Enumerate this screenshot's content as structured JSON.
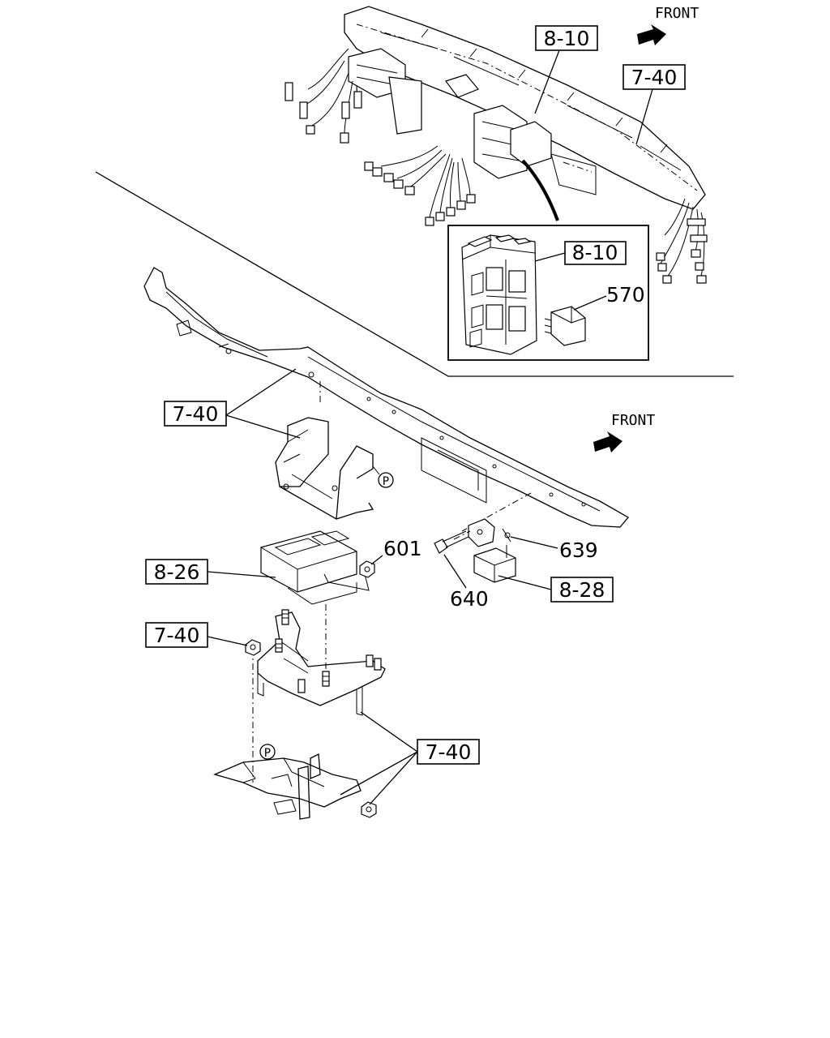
{
  "labels": {
    "front_top": "FRONT",
    "front_mid": "FRONT",
    "ref_8_10_top": "8-10",
    "ref_7_40_top": "7-40",
    "ref_8_10_inset": "8-10",
    "part_570": "570",
    "ref_7_40_mid": "7-40",
    "ref_8_26": "8-26",
    "part_601": "601",
    "part_639": "639",
    "part_640": "640",
    "ref_8_28": "8-28",
    "ref_7_40_lower": "7-40",
    "ref_7_40_bottom": "7-40",
    "marker_p1": "P",
    "marker_p2": "P"
  }
}
